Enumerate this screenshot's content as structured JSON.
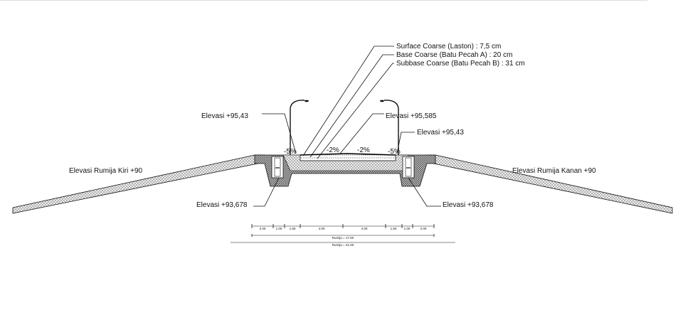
{
  "layers": [
    "Surface Coarse (Laston) : 7,5 cm",
    "Base Coarse (Batu Pecah A) : 20 cm",
    "Subbase Coarse (Batu Pecah B) : 31 cm"
  ],
  "elevations": {
    "left_top": "Elevasi +95,43",
    "center": "Elevasi +95,585",
    "right_top": "Elevasi +95,43",
    "left_bottom": "Elevasi +93,678",
    "right_bottom": "Elevasi +93,678",
    "rumija_left": "Elevasi Rumija Kiri +90",
    "rumija_right": "Elevasi Rumija Kanan +90"
  },
  "slopes": [
    "-5%",
    "-2%",
    "-2%",
    "-5%"
  ],
  "dimensions": {
    "segments": [
      "2.00",
      "1.00",
      "1.50",
      "4.00",
      "4.00",
      "1.50",
      "1.00",
      "2.00"
    ],
    "rumija_17": "Rumija = 17.00",
    "rumija_21": "Rumija = 21.00"
  }
}
